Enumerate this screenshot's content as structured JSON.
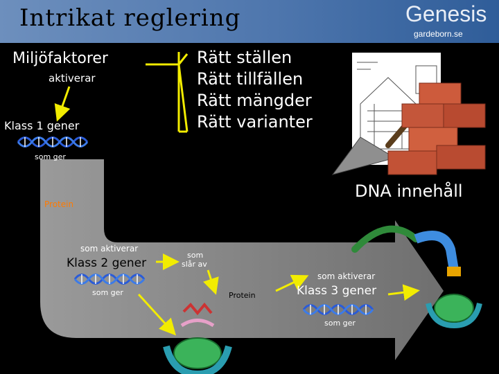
{
  "header": {
    "title": "Intrikat reglering",
    "brand": "Genesis",
    "brand_url": "gardeborn.se"
  },
  "left": {
    "miljo": "Miljöfaktorer",
    "aktiverar": "aktiverar",
    "klass1": "Klass 1 gener",
    "som_ger_1": "som ger",
    "protein_1": "Protein",
    "som_aktiverar_1": "som aktiverar",
    "klass2": "Klass 2 gener",
    "som_ger_2": "som ger"
  },
  "right_list": [
    "Rätt ställen",
    "Rätt tillfällen",
    "Rätt mängder",
    "Rätt varianter"
  ],
  "dna_innehall": "DNA innehåll",
  "middle": {
    "som_slar_av_1": "som",
    "som_slar_av_2": "slår av",
    "protein_2": "Protein",
    "som_aktiverar_2": "som aktiverar",
    "klass3": "Klass 3 gener",
    "som_ger_3": "som ger"
  },
  "colors": {
    "arrow_yellow": "#f2ec00",
    "band": "#8a8a8a",
    "protein_orange": "#ff7a00",
    "dna_blue": "#2a5bd7"
  }
}
